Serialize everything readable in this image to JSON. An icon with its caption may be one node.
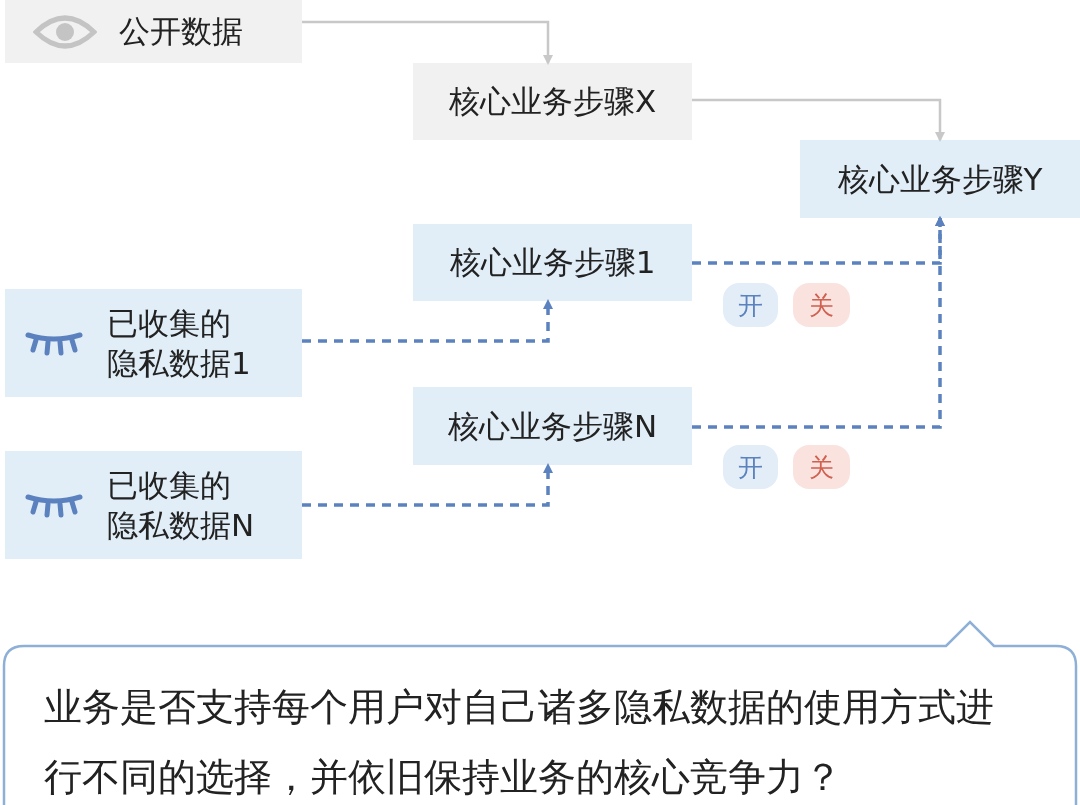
{
  "diagram": {
    "nodes": [
      {
        "text": [
          "公开数据"
        ]
      },
      {
        "text": [
          "核心业务步骤X"
        ]
      },
      {
        "text": [
          "核心业务步骤Y"
        ]
      },
      {
        "text": [
          "核心业务步骤1"
        ]
      },
      {
        "text": [
          "已收集的隐私数据1"
        ]
      },
      {
        "text": [
          "开"
        ]
      },
      {
        "text": [
          "关"
        ]
      },
      {
        "text": [
          "核心业务步骤N"
        ]
      },
      {
        "text": [
          "已收集的隐私数据N"
        ]
      },
      {
        "text": [
          "开"
        ]
      },
      {
        "text": [
          "关"
        ]
      },
      {
        "text": [
          "业务是否支持每个用户对自己诸多隐私数据的使用方式进行不同的选择，并依旧保持业务的核心竞争力？"
        ]
      }
    ],
    "edges": [
      {
        "from": 0,
        "to": 1,
        "arrow": "to",
        "color": "#c8c8c8"
      },
      {
        "from": 1,
        "to": 2,
        "arrow": "to",
        "color": "#c8c8c8"
      },
      {
        "from": 4,
        "to": 3,
        "arrow": "to",
        "style": "dashed"
      },
      {
        "from": 8,
        "to": 7,
        "arrow": "to",
        "style": "dashed"
      },
      {
        "from": 3,
        "to": 2,
        "arrow": "to",
        "style": "dashed"
      },
      {
        "from": 7,
        "to": 2,
        "arrow": "to",
        "style": "dashed"
      }
    ]
  }
}
